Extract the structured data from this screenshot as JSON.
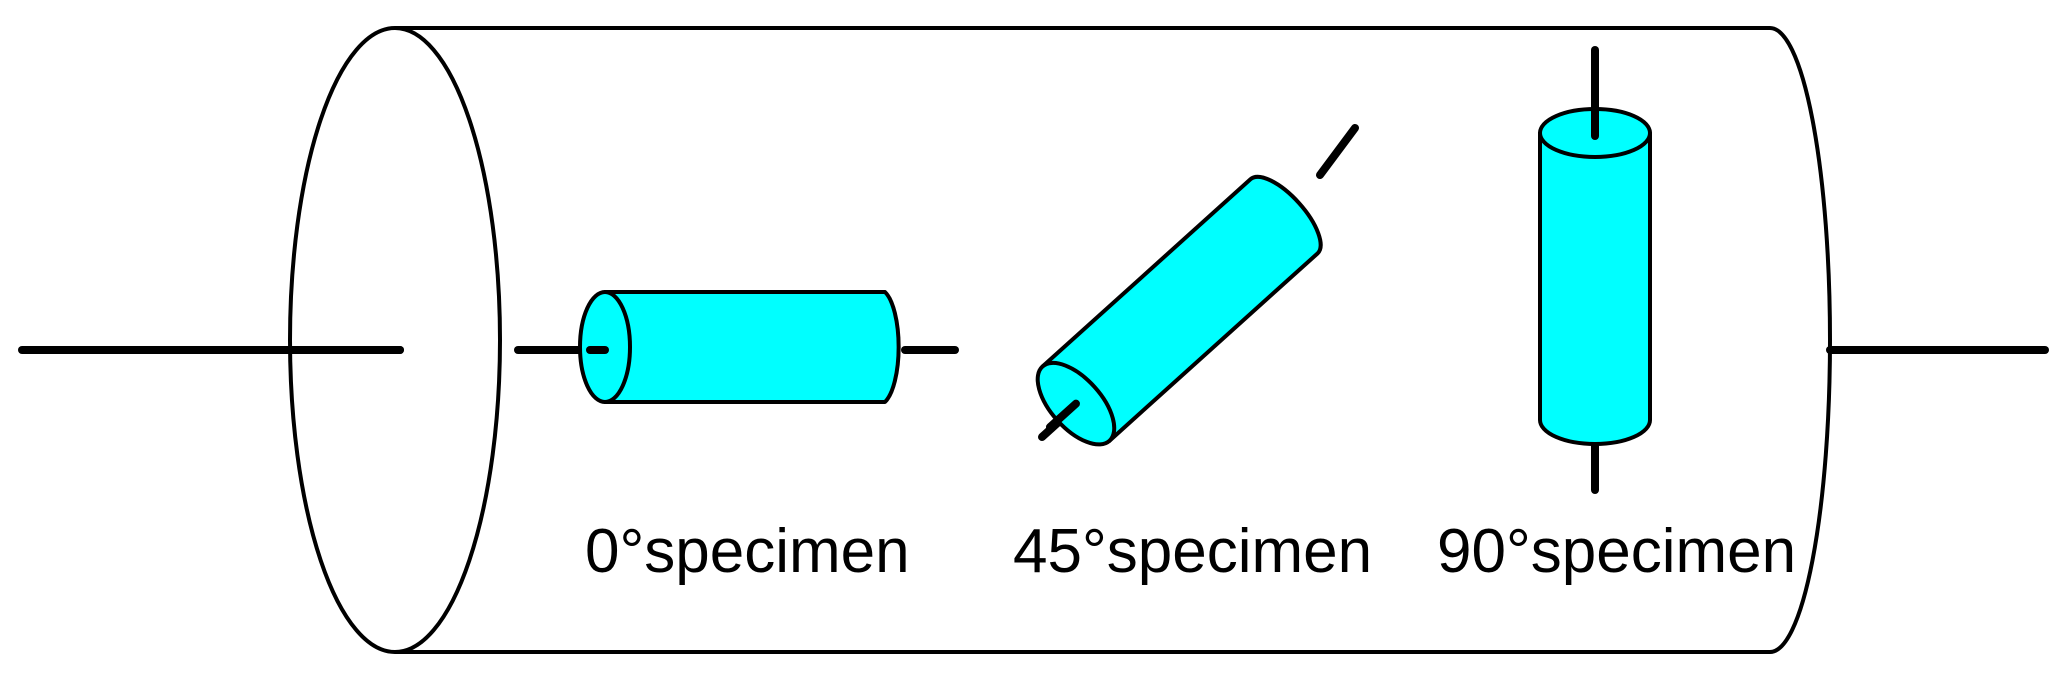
{
  "colors": {
    "specimen_fill": "#00FFFF",
    "outline": "#000000",
    "background": "#FFFFFF"
  },
  "labels": {
    "specimen_0": "0°specimen",
    "specimen_45": "45°specimen",
    "specimen_90": "90°specimen"
  }
}
